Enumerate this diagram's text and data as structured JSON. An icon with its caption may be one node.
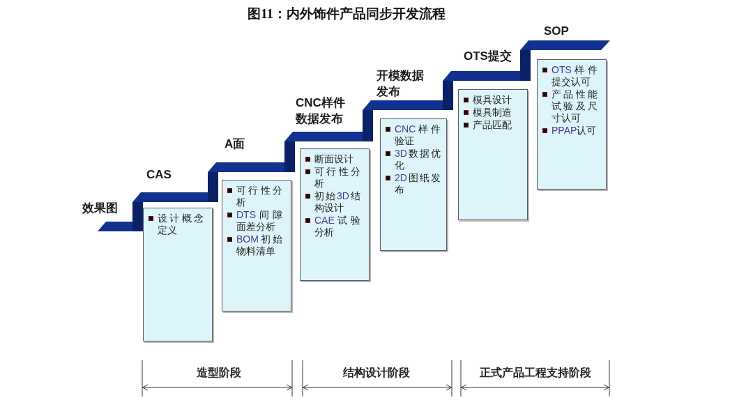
{
  "diagram": {
    "title": "图11：内外饰件产品同步开发流程",
    "nodes": [
      {
        "text": [
          "效果图"
        ]
      },
      {
        "text": [
          "CAS"
        ]
      },
      {
        "text": [
          "设计概念定义"
        ]
      },
      {
        "text": [
          "A面"
        ]
      },
      {
        "text": [
          "可行性分析",
          "DTS间隙面差分析",
          "BOM初始物料清单"
        ]
      },
      {
        "text": [
          "CNC样件数据发布"
        ]
      },
      {
        "text": [
          "断面设计",
          "可行性分析",
          "初始3D结构设计",
          "CAE试验分析"
        ]
      },
      {
        "text": [
          "开模数据发布"
        ]
      },
      {
        "text": [
          "CNC样件验证",
          "3D数据优化",
          "2D图纸发布"
        ]
      },
      {
        "text": [
          "OTS提交"
        ]
      },
      {
        "text": [
          "模具设计",
          "模具制造",
          "产品匹配"
        ]
      },
      {
        "text": [
          "SOP"
        ]
      },
      {
        "text": [
          "OTS样件提交认可",
          "产品性能试验及尺寸认可",
          "PPAP认可"
        ]
      }
    ],
    "labels": [
      "造型阶段",
      "结构设计阶段",
      "正式产品工程支持阶段"
    ]
  }
}
